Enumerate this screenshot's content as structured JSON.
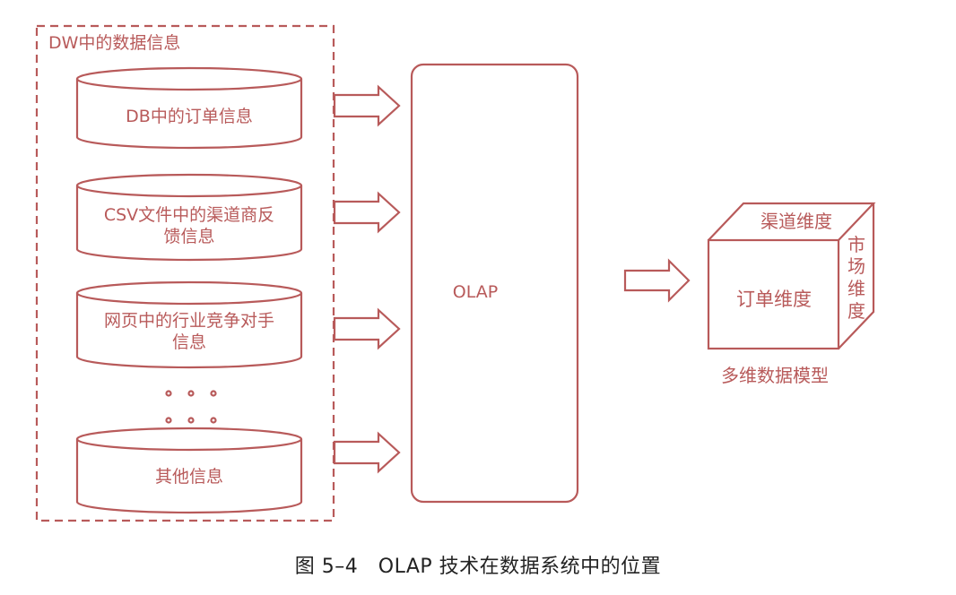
{
  "dw_group": {
    "title": "DW中的数据信息",
    "sources": [
      {
        "lines": [
          "DB中的订单信息"
        ]
      },
      {
        "lines": [
          "CSV文件中的渠道商反",
          "馈信息"
        ]
      },
      {
        "lines": [
          "网页中的行业竞争对手",
          "信息"
        ]
      },
      {
        "lines": [
          "其他信息"
        ]
      }
    ],
    "ellipsis": "· · ·"
  },
  "olap": {
    "label": "OLAP"
  },
  "cube": {
    "front_label": "订单维度",
    "top_label": "渠道维度",
    "side_label_chars": [
      "市",
      "场",
      "维",
      "度"
    ],
    "caption": "多维数据模型"
  },
  "colors": {
    "accent": "#b85a5a",
    "caption_text": "#222222"
  },
  "figure_caption": "图 5–4　OLAP 技术在数据系统中的位置"
}
